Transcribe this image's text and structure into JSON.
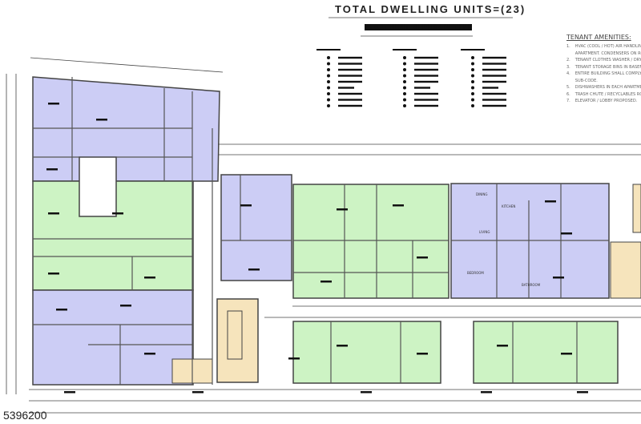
{
  "header": {
    "title": "TOTAL DWELLING UNITS=(23)",
    "subtitle": "APARTMENT BEDROOM TYPE"
  },
  "amenities": {
    "heading": "TENANT AMENITIES:",
    "items": [
      {
        "num": "1.",
        "text": "HVAC (COOL / HOT) AIR HANDLING",
        "text2": "APARTMENT. CONDENSERS ON ROO"
      },
      {
        "num": "2.",
        "text": "TENANT CLOTHES WASHER / DRYER"
      },
      {
        "num": "3.",
        "text": "TENANT STORAGE BINS IN BASEME"
      },
      {
        "num": "4.",
        "text": "ENTIRE BUILDING SHALL COMPLY W",
        "text2": "SUB-CODE."
      },
      {
        "num": "5.",
        "text": "DISHWASHERS IN EACH APARTMEN"
      },
      {
        "num": "6.",
        "text": "TRASH CHUTE / RECYCLABLES ROO"
      },
      {
        "num": "7.",
        "text": "ELEVATOR / LOBBY PROPOSED."
      }
    ]
  },
  "rooms": {
    "dining": "DINING",
    "kitchen": "KITCHEN",
    "living": "LIVING",
    "bedroom": "BEDROOM",
    "bathroom": "BATHROOM"
  },
  "colors": {
    "one_bedroom": "#cccdf5",
    "two_bedroom": "#cdf3c4",
    "common": "#f6e4bc",
    "walls": "#444444"
  },
  "watermark": "5396200"
}
